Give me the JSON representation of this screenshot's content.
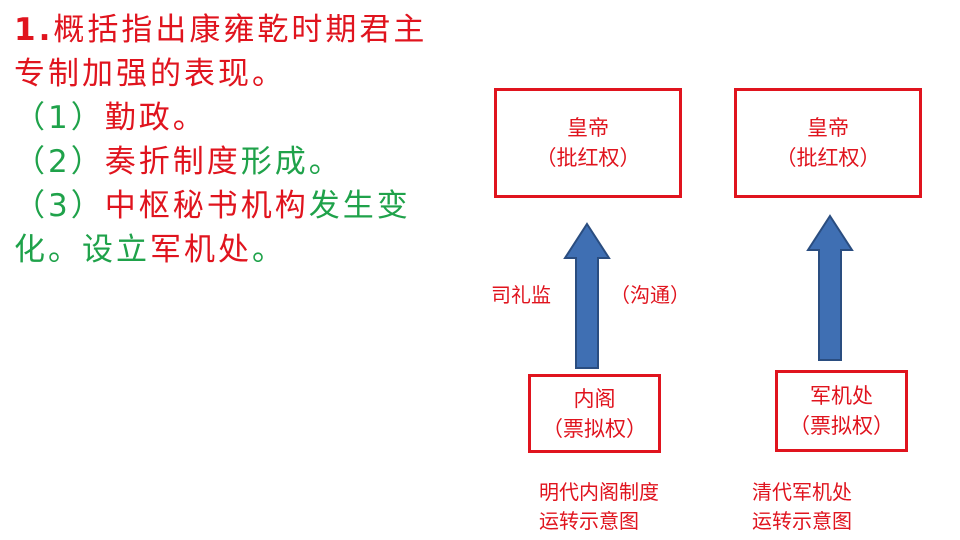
{
  "heading": {
    "number": "1.",
    "line1": "概括指出康雍乾时期君主",
    "line2": "专制加强的表现。"
  },
  "points": {
    "p1": {
      "num": "（1）",
      "text": "勤政。"
    },
    "p2": {
      "num": "（2）",
      "text_red": "奏折制度",
      "text_green": "形成。"
    },
    "p3": {
      "num": "（3）",
      "text_red": "中枢秘书机构",
      "text_green_a": "发生变",
      "text_green_b": "化。设立",
      "text_red_b": "军机处",
      "text_green_c": "。"
    }
  },
  "ming_diagram": {
    "top_box": {
      "title": "皇帝",
      "sub": "（批红权）"
    },
    "bottom_box": {
      "title": "内阁",
      "sub": "（票拟权）"
    },
    "left_label": "司礼监",
    "right_label": "（沟通）",
    "caption_line1": "明代内阁制度",
    "caption_line2": "运转示意图"
  },
  "qing_diagram": {
    "top_box": {
      "title": "皇帝",
      "sub": "（批红权）"
    },
    "bottom_box": {
      "title": "军机处",
      "sub": "（票拟权）"
    },
    "caption_line1": "清代军机处",
    "caption_line2": "运转示意图"
  },
  "colors": {
    "red": "#e0141e",
    "green": "#1fa24a",
    "arrow": "#3f6fb3",
    "arrow_border": "#2a4d80"
  }
}
